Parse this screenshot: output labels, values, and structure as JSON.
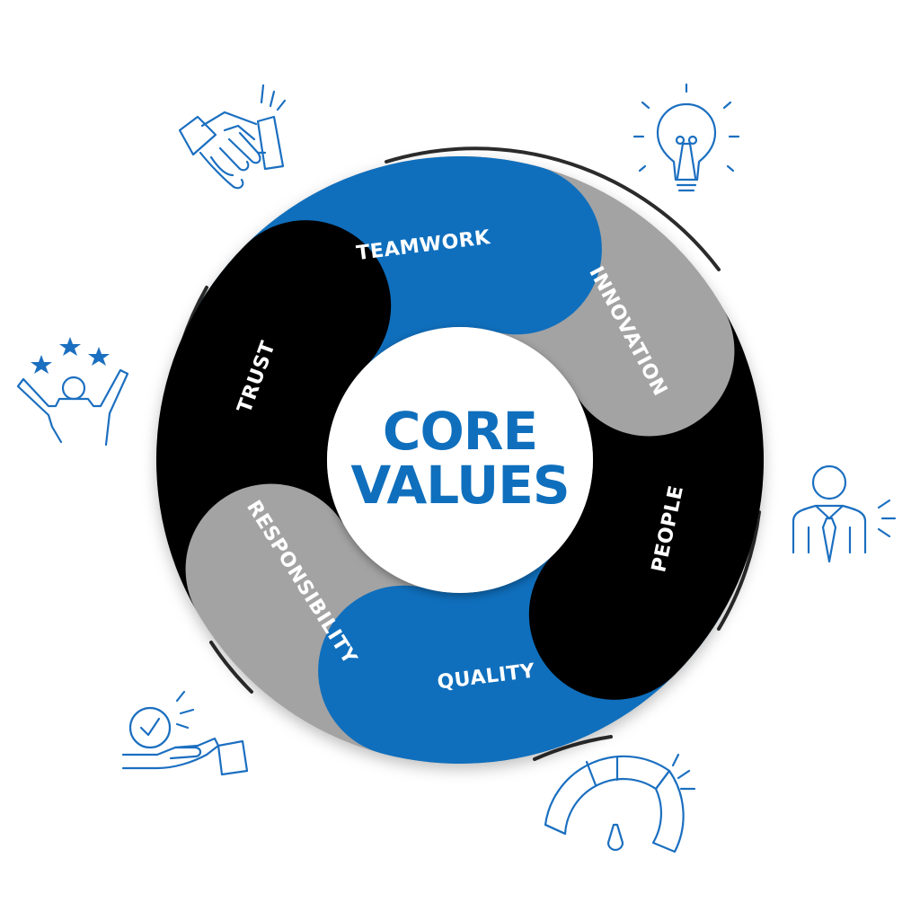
{
  "diagram": {
    "center": {
      "line1": "CORE",
      "line2": "VALUES"
    },
    "segments": [
      {
        "label": "TEAMWORK",
        "color": "#0f6fbd"
      },
      {
        "label": "INNOVATION",
        "color": "#a3a3a3"
      },
      {
        "label": "PEOPLE",
        "color": "#000000"
      },
      {
        "label": "QUALITY",
        "color": "#0f6fbd"
      },
      {
        "label": "RESPONSIBILITY",
        "color": "#a3a3a3"
      },
      {
        "label": "TRUST",
        "color": "#000000"
      }
    ],
    "icons": [
      {
        "name": "handshake-icon"
      },
      {
        "name": "lightbulb-icon"
      },
      {
        "name": "businessman-icon"
      },
      {
        "name": "gauge-icon"
      },
      {
        "name": "hand-coin-icon"
      },
      {
        "name": "celebrating-person-icon"
      }
    ],
    "colors": {
      "accent": "#0f6fbd",
      "gray": "#a3a3a3",
      "black": "#000000",
      "icon": "#1b6fc0"
    }
  }
}
